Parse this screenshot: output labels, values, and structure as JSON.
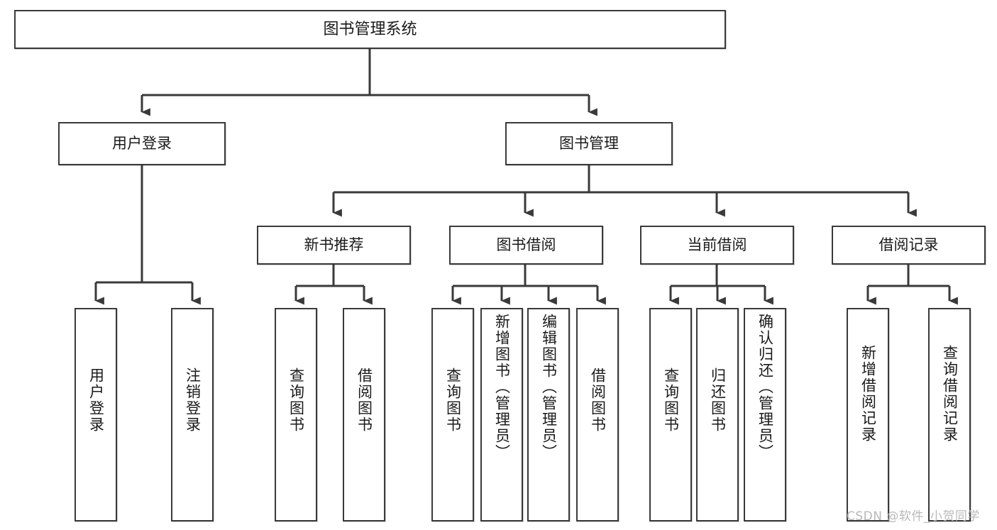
{
  "diagram": {
    "title": "图书管理系统",
    "type": "tree-hierarchy",
    "nodes": {
      "root": {
        "label": "图书管理系统"
      },
      "level2": [
        {
          "id": "user-login",
          "label": "用户登录"
        },
        {
          "id": "book-manage",
          "label": "图书管理"
        }
      ],
      "level3": [
        {
          "id": "new-book-recommend",
          "label": "新书推荐"
        },
        {
          "id": "book-borrow",
          "label": "图书借阅"
        },
        {
          "id": "current-borrow",
          "label": "当前借阅"
        },
        {
          "id": "borrow-record",
          "label": "借阅记录"
        }
      ],
      "leaves": [
        {
          "id": "leaf-user-login",
          "label": "用户登录",
          "parent": "user-login"
        },
        {
          "id": "leaf-logout-login",
          "label": "注销登录",
          "parent": "user-login"
        },
        {
          "id": "leaf-query-book-1",
          "label": "查询图书",
          "parent": "new-book-recommend"
        },
        {
          "id": "leaf-borrow-book-1",
          "label": "借阅图书",
          "parent": "new-book-recommend"
        },
        {
          "id": "leaf-query-book-2",
          "label": "查询图书",
          "parent": "book-borrow"
        },
        {
          "id": "leaf-add-book",
          "label": "新增图书（管理员）",
          "parent": "book-borrow"
        },
        {
          "id": "leaf-edit-book",
          "label": "编辑图书（管理员）",
          "parent": "book-borrow"
        },
        {
          "id": "leaf-borrow-book-2",
          "label": "借阅图书",
          "parent": "book-borrow"
        },
        {
          "id": "leaf-query-book-3",
          "label": "查询图书",
          "parent": "current-borrow"
        },
        {
          "id": "leaf-return-book",
          "label": "归还图书",
          "parent": "current-borrow"
        },
        {
          "id": "leaf-confirm-return",
          "label": "确认归还（管理员）",
          "parent": "current-borrow"
        },
        {
          "id": "leaf-add-record",
          "label": "新增借阅记录",
          "parent": "borrow-record"
        },
        {
          "id": "leaf-query-record",
          "label": "查询借阅记录",
          "parent": "borrow-record"
        }
      ]
    },
    "colors": {
      "stroke": "#3a3a3a",
      "background": "#ffffff",
      "text": "#1a1a1a",
      "watermark": "#b9b9b9"
    }
  },
  "watermark": {
    "text": "CSDN @软件_小贺同学"
  }
}
